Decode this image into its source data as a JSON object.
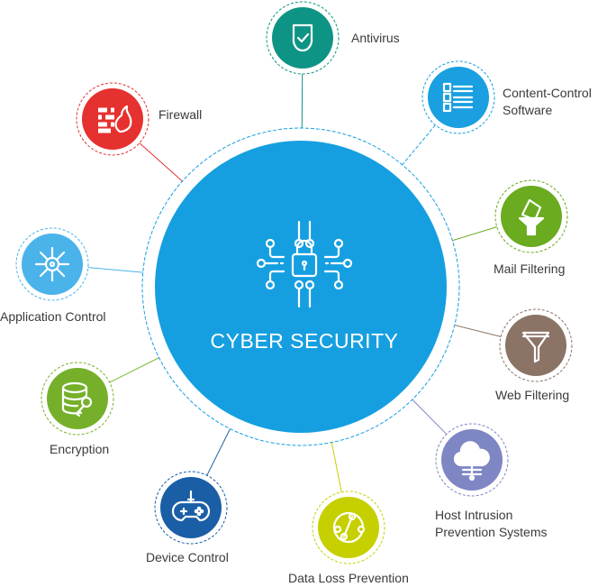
{
  "center": {
    "title": "CYBER SECURITY",
    "icon": "circuit-lock-icon",
    "color": "#169fe0"
  },
  "nodes": [
    {
      "id": "antivirus",
      "label": "Antivirus",
      "icon": "shield-check-icon",
      "color": "#0e9484"
    },
    {
      "id": "content-control",
      "label": "Content-Control",
      "label2": "Software",
      "icon": "content-list-icon",
      "color": "#1a9fe0"
    },
    {
      "id": "firewall",
      "label": "Firewall",
      "icon": "firewall-icon",
      "color": "#e5312f"
    },
    {
      "id": "mail-filtering",
      "label": "Mail Filtering",
      "icon": "mail-funnel-icon",
      "color": "#6aab1f"
    },
    {
      "id": "application-control",
      "label": "Application Control",
      "icon": "helm-wheel-icon",
      "color": "#4ab3ea"
    },
    {
      "id": "web-filtering",
      "label": "Web Filtering",
      "icon": "funnel-icon",
      "color": "#8b7366"
    },
    {
      "id": "encryption",
      "label": "Encryption",
      "icon": "database-key-icon",
      "color": "#76b02a"
    },
    {
      "id": "host-intrusion",
      "label": "Host Intrusion",
      "label2": "Prevention Systems",
      "icon": "cloud-server-icon",
      "color": "#7e87c3"
    },
    {
      "id": "device-control",
      "label": "Device Control",
      "icon": "gamepad-icon",
      "color": "#1a5ea6"
    },
    {
      "id": "data-loss-prevention",
      "label": "Data Loss Prevention",
      "icon": "network-nodes-icon",
      "color": "#c6d000"
    }
  ]
}
